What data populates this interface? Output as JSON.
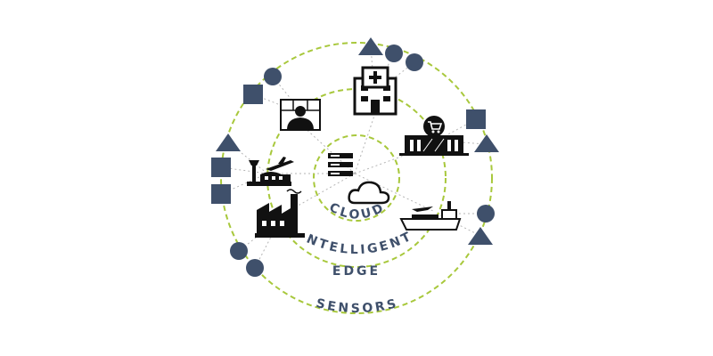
{
  "colors": {
    "ring": "#a8c83c",
    "sensor": "#3f506b",
    "label": "#3f506b",
    "icon": "#111111",
    "link": "#b5b5b5"
  },
  "labels": {
    "cloud": "CLOUD",
    "edge_line1": "INTELLIGENT",
    "edge_line2": "EDGE",
    "sensors": "SENSORS"
  },
  "icons": {
    "cloud_ring": [
      "server-stack-icon",
      "cloud-icon"
    ],
    "edge_ring": [
      "hospital-icon",
      "retail-store-icon",
      "ship-icon",
      "factory-icon",
      "airport-icon",
      "remote-worker-icon"
    ],
    "sensor_shapes": [
      "square",
      "circle",
      "triangle"
    ]
  }
}
